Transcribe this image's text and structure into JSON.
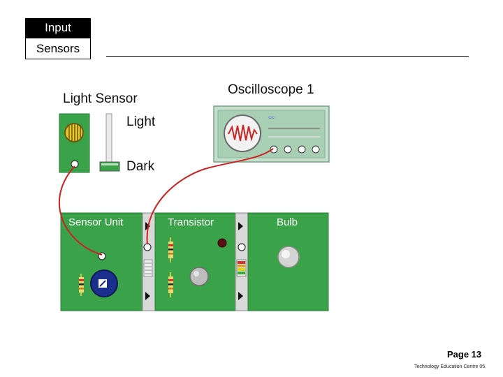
{
  "header": {
    "tab_input": "Input",
    "tab_sensors": "Sensors"
  },
  "diagram": {
    "light_sensor_label": "Light Sensor",
    "light_label": "Light",
    "dark_label": "Dark",
    "oscilloscope_label": "Oscilloscope 1",
    "modules": [
      {
        "label": "Sensor Unit"
      },
      {
        "label": "Transistor"
      },
      {
        "label": "Bulb"
      }
    ],
    "wire_color": "#cc2222",
    "board_color": "#3aa34a"
  },
  "footer": {
    "page_number": "Page 13",
    "credit": "Technology Education Centre 05."
  }
}
